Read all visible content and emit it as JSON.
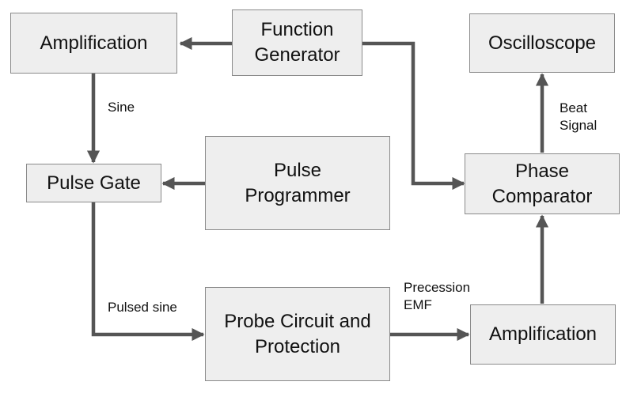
{
  "nodes": {
    "amplification_top": {
      "lines": [
        "Amplification"
      ]
    },
    "function_generator": {
      "lines": [
        "Function",
        "Generator"
      ]
    },
    "oscilloscope": {
      "lines": [
        "Oscilloscope"
      ]
    },
    "pulse_gate": {
      "lines": [
        "Pulse Gate"
      ]
    },
    "pulse_programmer": {
      "lines": [
        "Pulse",
        "Programmer"
      ]
    },
    "phase_comparator": {
      "lines": [
        "Phase",
        "Comparator"
      ]
    },
    "probe_circuit": {
      "lines": [
        "Probe Circuit and",
        "Protection"
      ]
    },
    "amplification_bottom": {
      "lines": [
        "Amplification"
      ]
    }
  },
  "edge_labels": {
    "sine": {
      "lines": [
        "Sine"
      ]
    },
    "beat_signal": {
      "lines": [
        "Beat",
        "Signal"
      ]
    },
    "pulsed_sine": {
      "lines": [
        "Pulsed sine"
      ]
    },
    "precession_emf": {
      "lines": [
        "Precession",
        "EMF"
      ]
    }
  },
  "colors": {
    "box_fill": "#eeeeee",
    "box_border": "#8a8a8a",
    "arrow": "#555555",
    "text": "#111111"
  }
}
